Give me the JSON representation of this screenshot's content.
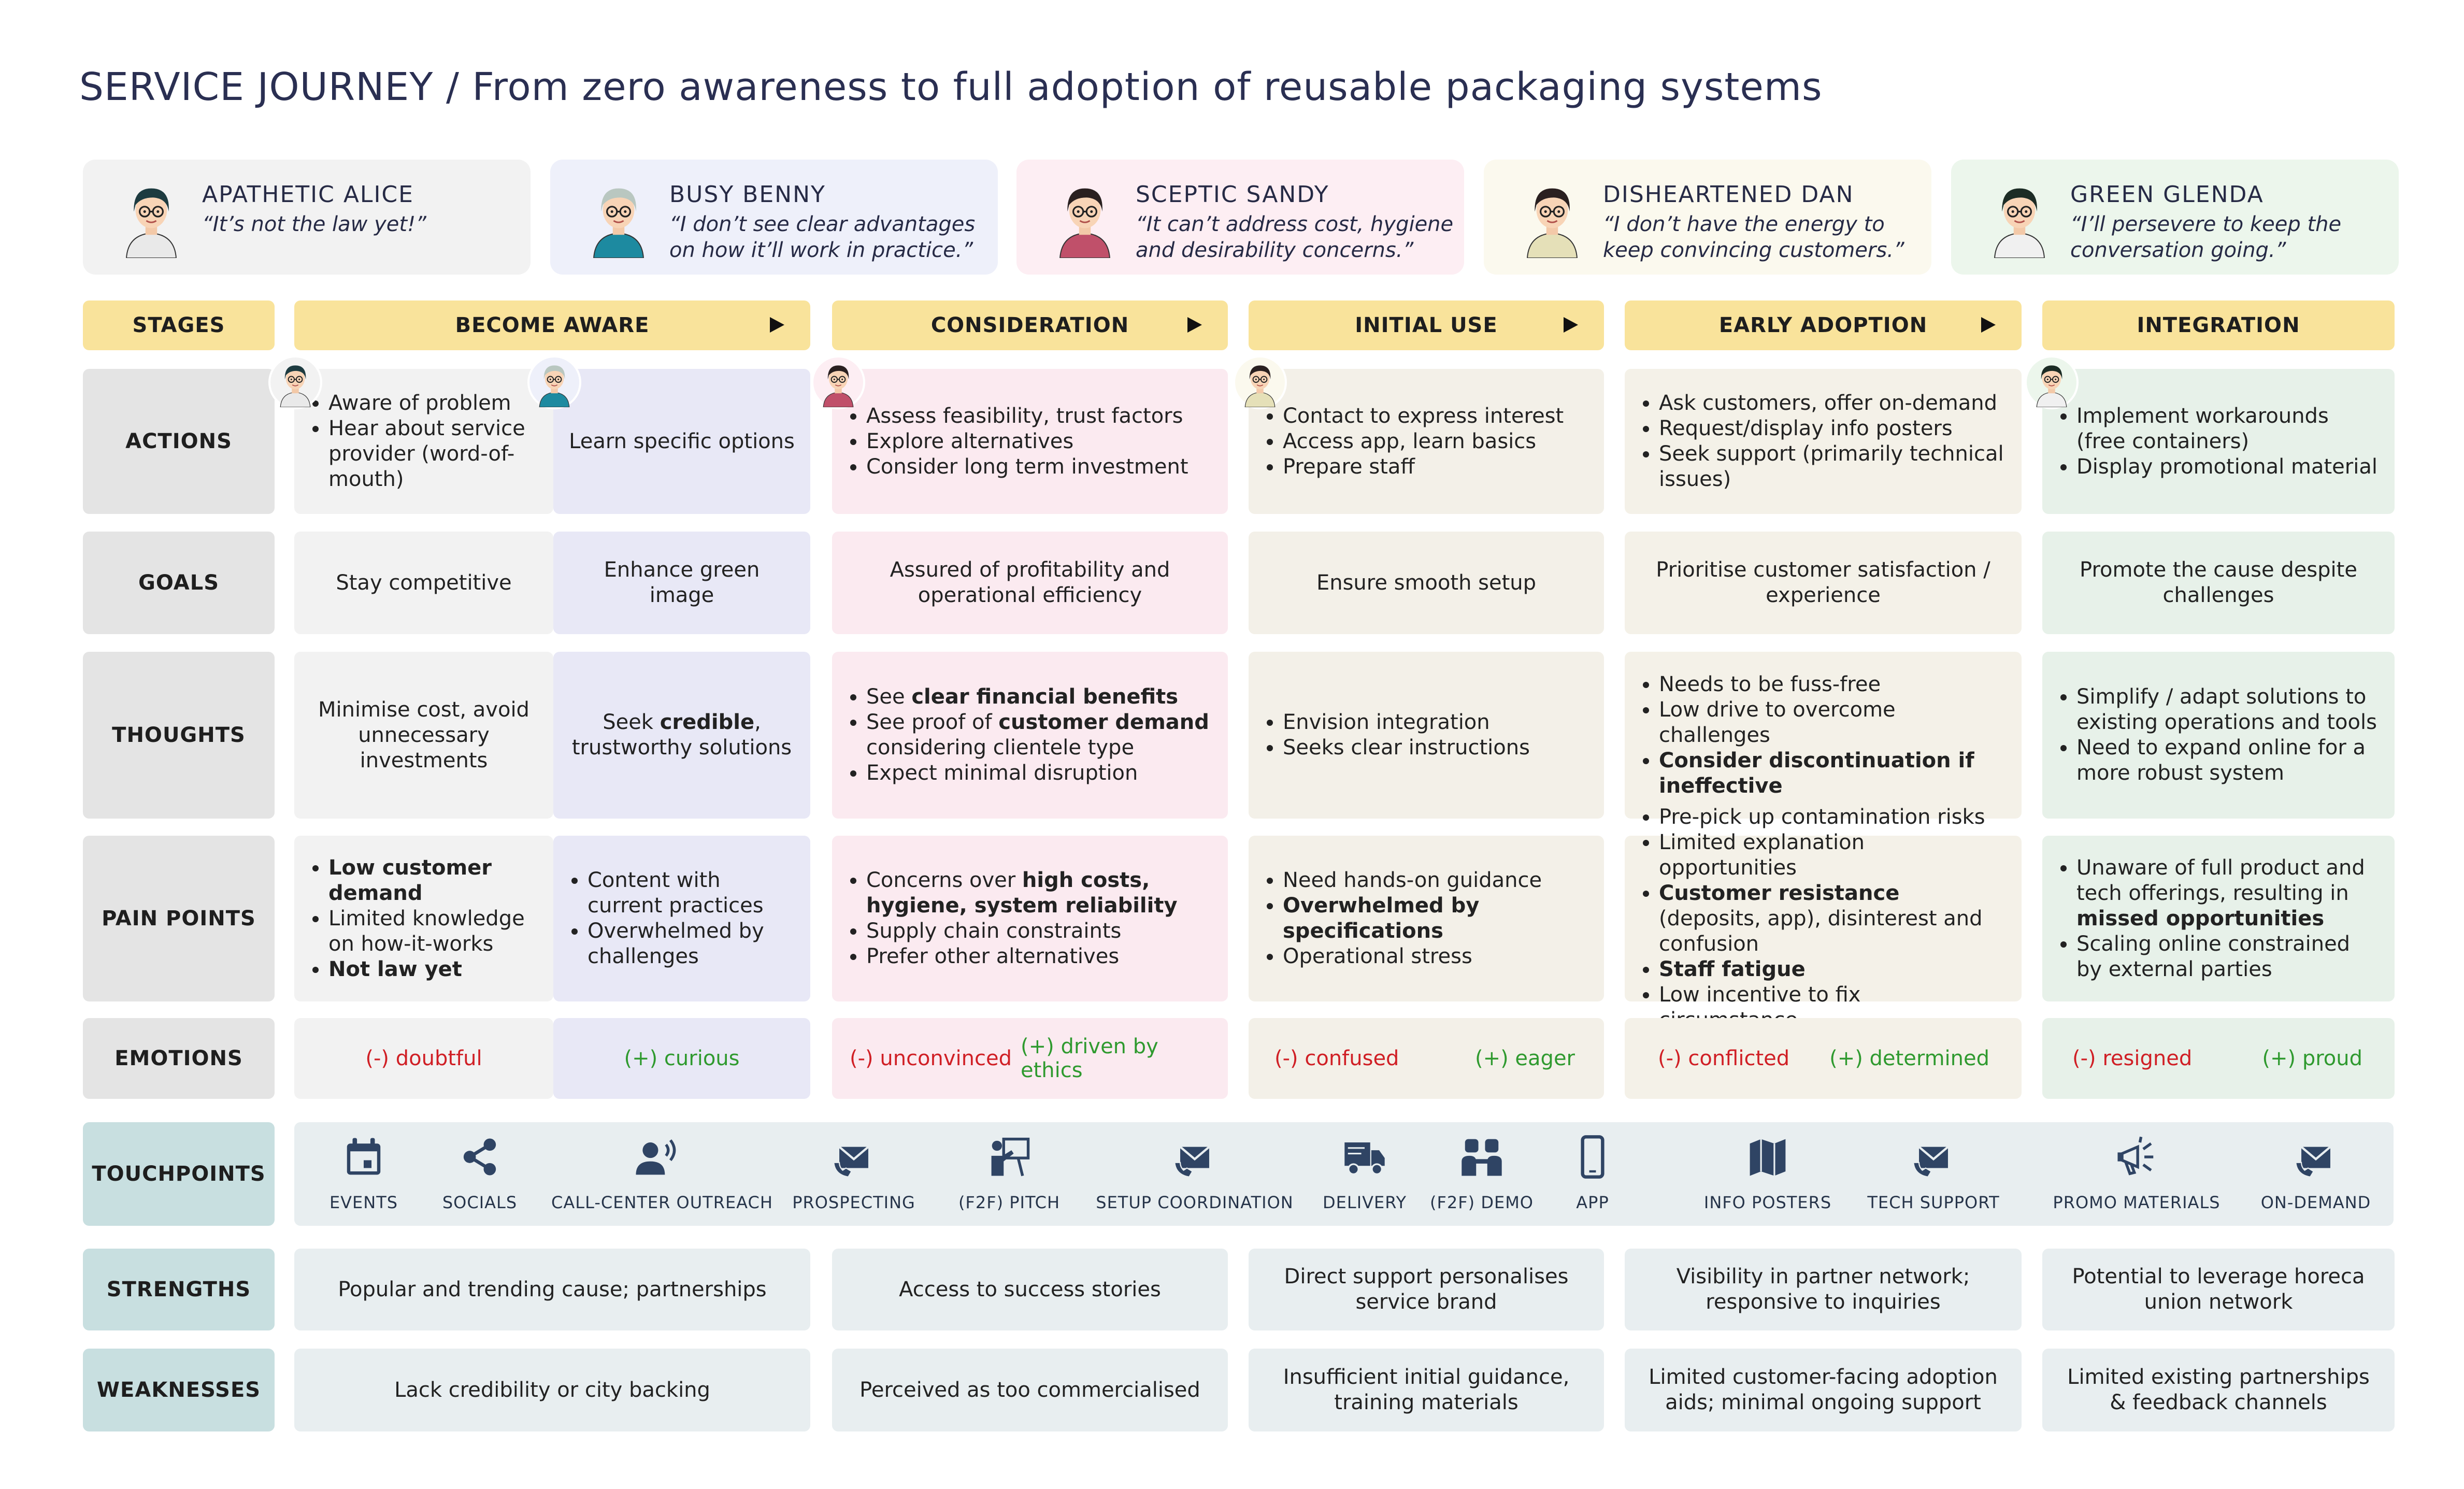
{
  "title": "SERVICE JOURNEY / From zero awareness to full adoption of reusable packaging systems",
  "personas": [
    {
      "name": "APATHETIC ALICE",
      "quote": "“It’s not the law yet!”",
      "bg": "#f2f2f2",
      "hair": "#1d3b40",
      "shirt": "#e9e9e9",
      "icon": "alice-avatar-icon"
    },
    {
      "name": "BUSY BENNY",
      "quote": "“I don’t see clear advantages\non how it’ll work in practice.”",
      "bg": "#eef0fa",
      "hair": "#b9c7c0",
      "shirt": "#1d8aa0",
      "icon": "benny-avatar-icon"
    },
    {
      "name": "SCEPTIC SANDY",
      "quote": "“It can’t address cost, hygiene\nand desirability concerns.”",
      "bg": "#fdeef3",
      "hair": "#2a2020",
      "shirt": "#c0506a",
      "icon": "sandy-avatar-icon"
    },
    {
      "name": "DISHEARTENED DAN",
      "quote": "“I don’t have the energy to\nkeep convincing customers.”",
      "bg": "#fbf9ee",
      "hair": "#2a2020",
      "shirt": "#e5e0b8",
      "icon": "dan-avatar-icon"
    },
    {
      "name": "GREEN GLENDA",
      "quote": "“I’ll persevere to keep the\nconversation going.”",
      "bg": "#ecf6ec",
      "hair": "#1c2c25",
      "shirt": "#f0f0f0",
      "icon": "glenda-avatar-icon"
    }
  ],
  "row_labels": {
    "stages": "STAGES",
    "actions": "ACTIONS",
    "goals": "GOALS",
    "thoughts": "THOUGHTS",
    "pain_points": "PAIN POINTS",
    "emotions": "EMOTIONS",
    "touchpoints": "TOUCHPOINTS",
    "strengths": "STRENGTHS",
    "weaknesses": "WEAKNESSES"
  },
  "stages": [
    {
      "label": "BECOME AWARE"
    },
    {
      "label": "CONSIDERATION"
    },
    {
      "label": "INITIAL USE"
    },
    {
      "label": "EARLY ADOPTION"
    },
    {
      "label": "INTEGRATION"
    }
  ],
  "actions": {
    "alice": [
      "Aware of problem",
      "Hear about service provider (word-of-mouth)"
    ],
    "benny": "Learn specific options",
    "sandy": [
      "Assess feasibility, trust factors",
      "Explore alternatives",
      "Consider long term investment"
    ],
    "dan": [
      "Contact to express interest",
      "Access app, learn basics",
      "Prepare staff"
    ],
    "early": [
      "Ask customers, offer on-demand",
      "Request/display info posters",
      "Seek support (primarily technical issues)"
    ],
    "glenda": [
      "Implement workarounds (free containers)",
      "Display promotional material"
    ]
  },
  "goals": {
    "alice": "Stay competitive",
    "benny": "Enhance green image",
    "sandy": "Assured of profitability and operational efficiency",
    "dan": "Ensure smooth setup",
    "early": "Prioritise customer satisfaction / experience",
    "glenda": "Promote the cause despite challenges"
  },
  "thoughts": {
    "alice": "Minimise cost, avoid unnecessary investments",
    "benny_pre": "Seek ",
    "benny_bold": "credible",
    "benny_post": ", trustworthy solutions",
    "sandy": [
      {
        "pre": "See ",
        "bold": "clear financial benefits",
        "post": ""
      },
      {
        "pre": "See proof of ",
        "bold": "customer demand",
        "post": " considering clientele type"
      },
      {
        "pre": "Expect minimal disruption",
        "bold": "",
        "post": ""
      }
    ],
    "dan": [
      "Envision integration",
      "Seeks clear instructions"
    ],
    "early": [
      {
        "pre": "Needs to be fuss-free",
        "bold": "",
        "post": ""
      },
      {
        "pre": "Low drive to overcome challenges",
        "bold": "",
        "post": ""
      },
      {
        "pre": "",
        "bold": "Consider discontinuation if ineffective",
        "post": ""
      }
    ],
    "glenda": [
      "Simplify / adapt solutions to existing operations and tools",
      "Need to expand online for a more robust system"
    ]
  },
  "pain_points": {
    "alice": [
      {
        "pre": "",
        "bold": "Low customer demand",
        "post": ""
      },
      {
        "pre": "Limited knowledge on how-it-works",
        "bold": "",
        "post": ""
      },
      {
        "pre": "",
        "bold": "Not law yet",
        "post": ""
      }
    ],
    "benny": [
      "Content with current practices",
      "Overwhelmed by challenges"
    ],
    "sandy": [
      {
        "pre": "Concerns over ",
        "bold": "high costs, hygiene, system reliability",
        "post": ""
      },
      {
        "pre": "Supply chain constraints",
        "bold": "",
        "post": ""
      },
      {
        "pre": "Prefer other alternatives",
        "bold": "",
        "post": ""
      }
    ],
    "dan": [
      {
        "pre": "Need hands-on guidance",
        "bold": "",
        "post": ""
      },
      {
        "pre": "",
        "bold": "Overwhelmed by specifications",
        "post": ""
      },
      {
        "pre": "Operational stress",
        "bold": "",
        "post": ""
      }
    ],
    "early": [
      {
        "pre": "Pre-pick up contamination risks",
        "bold": "",
        "post": ""
      },
      {
        "pre": "Limited explanation opportunities",
        "bold": "",
        "post": ""
      },
      {
        "pre": "",
        "bold": "Customer resistance",
        "post": " (deposits, app), disinterest and confusion"
      },
      {
        "pre": "",
        "bold": "Staff fatigue",
        "post": ""
      },
      {
        "pre": "Low incentive to fix circumstance",
        "bold": "",
        "post": ""
      }
    ],
    "glenda": [
      {
        "pre": "Unaware of full product and tech offerings, resulting in ",
        "bold": "missed opportunities",
        "post": ""
      },
      {
        "pre": "Scaling online constrained by external parties",
        "bold": "",
        "post": ""
      }
    ]
  },
  "emotions": {
    "alice_neg": "(-) doubtful",
    "benny_pos": "(+) curious",
    "sandy_neg": "(-) unconvinced",
    "sandy_pos": "(+) driven by ethics",
    "dan_neg": "(-) confused",
    "dan_pos": "(+) eager",
    "early_neg": "(-) conflicted",
    "early_pos": "(+) determined",
    "glenda_neg": "(-) resigned",
    "glenda_pos": "(+) proud"
  },
  "touchpoints": [
    {
      "label": "EVENTS",
      "icon": "calendar-icon"
    },
    {
      "label": "SOCIALS",
      "icon": "share-icon"
    },
    {
      "label": "CALL-CENTER OUTREACH",
      "icon": "speaking-person-icon"
    },
    {
      "label": "PROSPECTING",
      "icon": "mail-phone-icon"
    },
    {
      "label": "(F2F) PITCH",
      "icon": "presenter-icon"
    },
    {
      "label": "SETUP COORDINATION",
      "icon": "mail-phone-icon"
    },
    {
      "label": "DELIVERY",
      "icon": "truck-icon"
    },
    {
      "label": "(F2F) DEMO",
      "icon": "group-icon"
    },
    {
      "label": "APP",
      "icon": "smartphone-icon"
    },
    {
      "label": "INFO POSTERS",
      "icon": "map-icon"
    },
    {
      "label": "TECH SUPPORT",
      "icon": "mail-phone-icon"
    },
    {
      "label": "PROMO MATERIALS",
      "icon": "megaphone-icon"
    },
    {
      "label": "ON-DEMAND",
      "icon": "mail-phone-icon"
    }
  ],
  "strengths": [
    "Popular and trending cause; partnerships",
    "Access to success stories",
    "Direct support personalises service brand",
    "Visibility in partner network; responsive to inquiries",
    "Potential to leverage horeca union network"
  ],
  "weaknesses": [
    "Lack credibility or city backing",
    "Perceived as too commercialised",
    "Insufficient initial guidance, training materials",
    "Limited customer-facing adoption aids; minimal ongoing support",
    "Limited existing partnerships & feedback channels"
  ],
  "colors": {
    "stage_yellow": "#f9e39b",
    "label_grey": "#e4e4e4",
    "touchpoint_teal": "#c8dfe0",
    "icon_navy": "#2f4464",
    "negative_red": "#d01f25",
    "positive_green": "#2f9a2f"
  }
}
